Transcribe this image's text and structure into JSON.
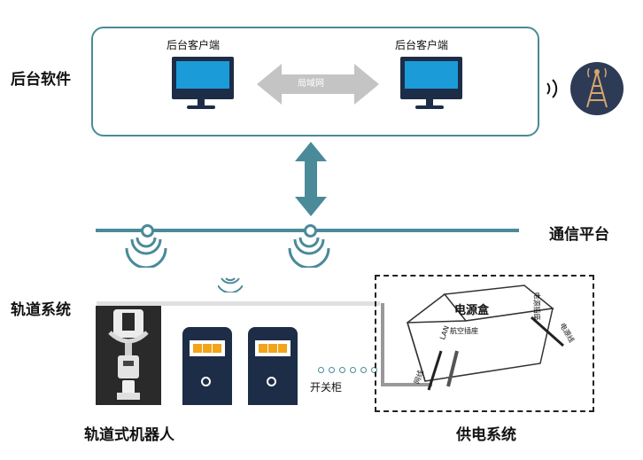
{
  "labels": {
    "backend_software": "后台软件",
    "client_left": "后台客户端",
    "client_right": "后台客户端",
    "lan": "局域网",
    "comm_platform": "通信平台",
    "rail_system": "轨道系统",
    "rail_robot": "轨道式机器人",
    "switch_cabinet": "开关柜",
    "power_box": "电源盒",
    "power_system": "供电系统",
    "lan_port": "LAN",
    "aviation_plug": "航空插座",
    "power_socket": "电源插座",
    "network_cable": "网线",
    "power_cord": "电源线"
  },
  "colors": {
    "accent": "#4a8a99",
    "monitor_frame": "#1d2d47",
    "screen": "#1b9bd8",
    "cabinet": "#1d2d47",
    "cabinet_window": "#f2a41a",
    "lan_arrow": "#c4c4c4"
  },
  "icons": [
    "monitor-icon",
    "double-arrow-icon",
    "signal-waves-icon",
    "radio-tower-icon",
    "wireless-icon",
    "robot-image",
    "switch-cabinet-icon",
    "power-box-image"
  ]
}
